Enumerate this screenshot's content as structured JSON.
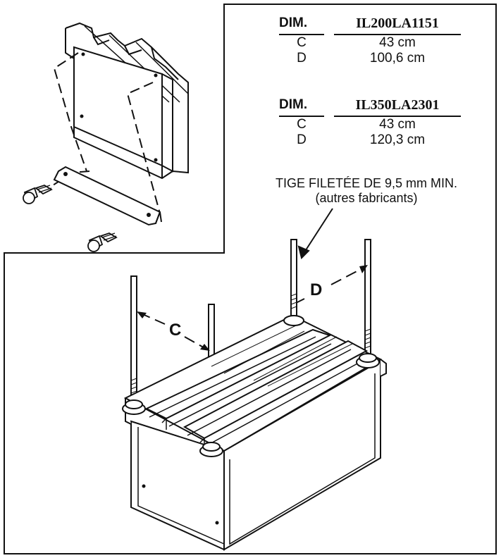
{
  "tables": [
    {
      "header": {
        "dim": "DIM.",
        "model": "IL200LA1151"
      },
      "rows": [
        {
          "dim": "C",
          "value": "43 cm"
        },
        {
          "dim": "D",
          "value": "100,6 cm"
        }
      ]
    },
    {
      "header": {
        "dim": "DIM.",
        "model": "IL350LA2301"
      },
      "rows": [
        {
          "dim": "C",
          "value": "43 cm"
        },
        {
          "dim": "D",
          "value": "120,3 cm"
        }
      ]
    }
  ],
  "callout": {
    "line1": "TIGE FILETÉE DE 9,5 mm MIN.",
    "line2": "(autres fabricants)"
  },
  "dimensions": {
    "c_label": "C",
    "d_label": "D"
  },
  "colors": {
    "ink": "#111111",
    "background": "#ffffff"
  }
}
